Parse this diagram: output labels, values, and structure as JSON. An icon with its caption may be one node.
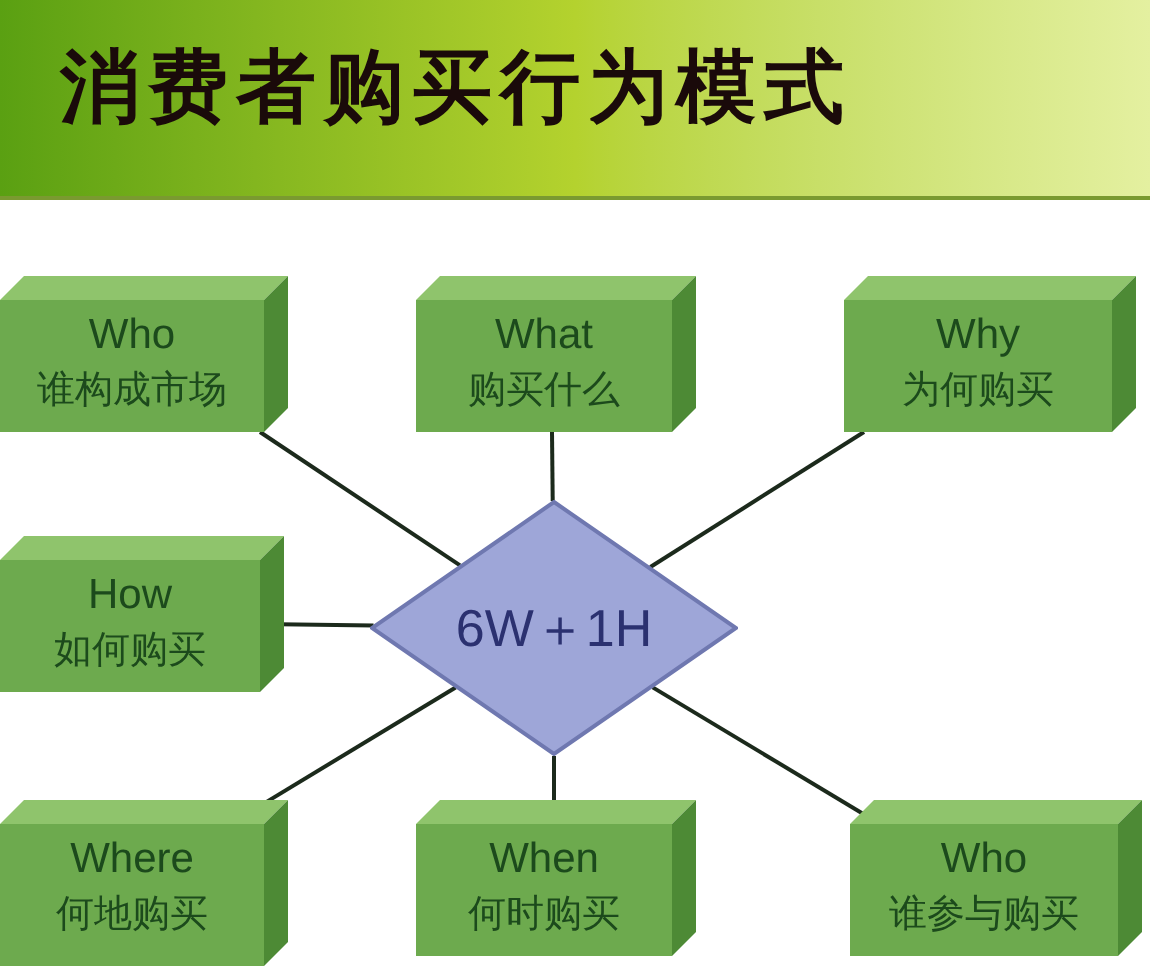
{
  "diagram": {
    "title": "消费者购买行为模式",
    "nodes": [
      {
        "text": [
          "Who",
          "谁构成市场"
        ]
      },
      {
        "text": [
          "What",
          "购买什么"
        ]
      },
      {
        "text": [
          "Why",
          "为何购买"
        ]
      },
      {
        "text": [
          "How",
          "如何购买"
        ]
      },
      {
        "text": [
          "6W＋1H"
        ]
      },
      {
        "text": [
          "Where",
          "何地购买"
        ]
      },
      {
        "text": [
          "When",
          "何时购买"
        ]
      },
      {
        "text": [
          "Who",
          "谁参与购买"
        ]
      }
    ],
    "edges": [
      {
        "from": 4,
        "to": 0,
        "arrow": "none"
      },
      {
        "from": 4,
        "to": 1,
        "arrow": "none"
      },
      {
        "from": 4,
        "to": 2,
        "arrow": "none"
      },
      {
        "from": 4,
        "to": 3,
        "arrow": "none"
      },
      {
        "from": 4,
        "to": 5,
        "arrow": "none"
      },
      {
        "from": 4,
        "to": 6,
        "arrow": "none"
      },
      {
        "from": 4,
        "to": 7,
        "arrow": "none"
      }
    ]
  }
}
